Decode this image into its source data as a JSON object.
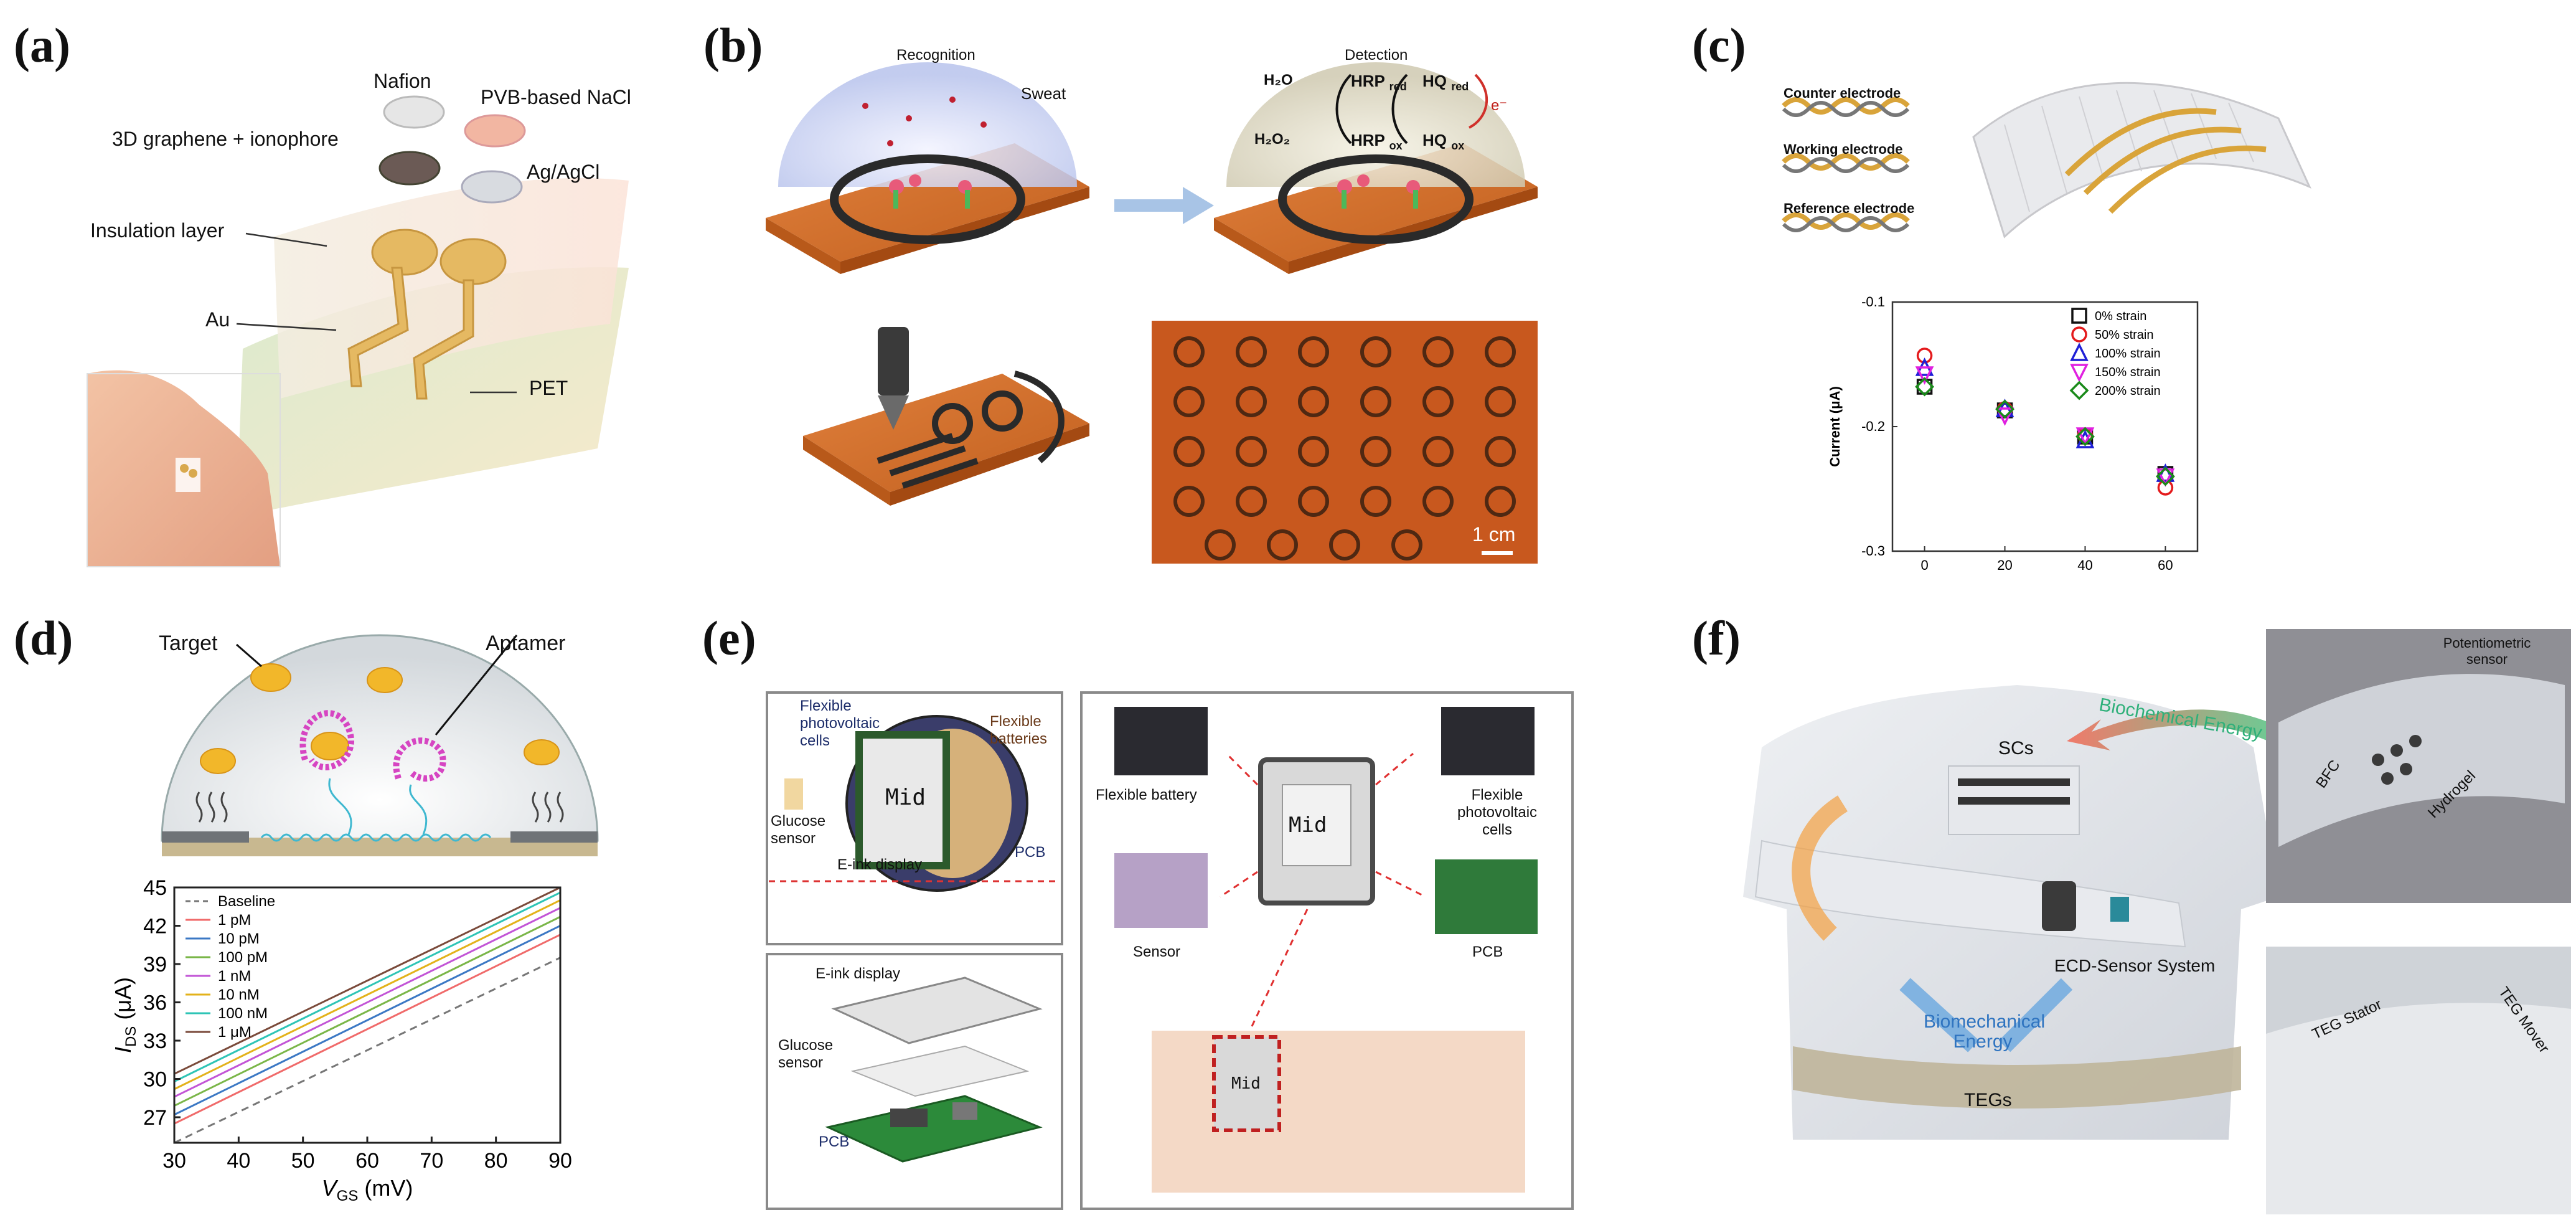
{
  "panels": {
    "a": {
      "label": "(a)",
      "layers": [
        "Nafion",
        "PVB-based NaCl",
        "3D graphene  + ionophore",
        "Ag/AgCl",
        "Insulation layer",
        "Au",
        "PET"
      ]
    },
    "b": {
      "label": "(b)",
      "recognition": "Recognition",
      "sweat": "Sweat",
      "detection": "Detection",
      "h2o": "H₂O",
      "h2o2": "H₂O₂",
      "hrp_red": "HRP",
      "hrp_red_sub": "red",
      "hrp_ox": "HRP",
      "hrp_ox_sub": "ox",
      "hq_red": "HQ",
      "hq_red_sub": "red",
      "hq_ox": "HQ",
      "hq_ox_sub": "ox",
      "electron": "e⁻",
      "scale": "1 cm"
    },
    "c": {
      "label": "(c)",
      "electrodes": [
        "Counter electrode",
        "Working electrode",
        "Reference electrode"
      ]
    },
    "d": {
      "label": "(d)",
      "target": "Target",
      "aptamer": "Aptamer"
    },
    "e": {
      "label": "(e)",
      "left_top": [
        "Flexible photovoltaic cells",
        "Flexible batteries",
        "Glucose sensor",
        "PCB",
        "E-ink display"
      ],
      "device_text": "Mid",
      "left_bottom": [
        "E-ink display",
        "Glucose sensor",
        "PCB"
      ],
      "right": [
        "Flexible battery",
        "Flexible photovoltaic cells",
        "Sensor",
        "PCB"
      ]
    },
    "f": {
      "label": "(f)",
      "scs": "SCs",
      "biochemical": "Biochemical Energy",
      "ecd": "ECD-Sensor System",
      "biomechanical": "Biomechanical Energy",
      "tegs": "TEGs",
      "potentiometric": "Potentiometric sensor",
      "bfc": "BFC",
      "hydrogel": "Hydrogel",
      "teg_stator": "TEG Stator",
      "teg_mover": "TEG Mover"
    }
  },
  "chart_data": [
    {
      "type": "scatter",
      "panel": "c",
      "xlabel": "",
      "ylabel": "Current (μA)",
      "xlim": [
        -8,
        68
      ],
      "ylim": [
        -0.3,
        -0.1
      ],
      "xticks": [
        0,
        20,
        40,
        60
      ],
      "yticks": [
        -0.1,
        -0.2,
        -0.3
      ],
      "legend_position": "top-right",
      "series": [
        {
          "name": "0% strain",
          "marker": "square",
          "color": "#111111",
          "x": [
            0,
            20,
            40,
            60
          ],
          "y": [
            -0.168,
            -0.187,
            -0.208,
            -0.238
          ]
        },
        {
          "name": "50% strain",
          "marker": "circle",
          "color": "#e41a1c",
          "x": [
            0,
            20,
            40,
            60
          ],
          "y": [
            -0.143,
            -0.186,
            -0.207,
            -0.249
          ]
        },
        {
          "name": "100% strain",
          "marker": "triangle-up",
          "color": "#1f1fd6",
          "x": [
            0,
            20,
            40,
            60
          ],
          "y": [
            -0.153,
            -0.186,
            -0.211,
            -0.238
          ]
        },
        {
          "name": "150% strain",
          "marker": "triangle-down",
          "color": "#e020e0",
          "x": [
            0,
            20,
            40,
            60
          ],
          "y": [
            -0.158,
            -0.191,
            -0.207,
            -0.24
          ]
        },
        {
          "name": "200% strain",
          "marker": "diamond",
          "color": "#1a8a1a",
          "x": [
            0,
            20,
            40,
            60
          ],
          "y": [
            -0.168,
            -0.186,
            -0.208,
            -0.24
          ]
        }
      ]
    },
    {
      "type": "line",
      "panel": "d",
      "xlabel": "V",
      "xlabel_sub": "GS",
      "xlabel_unit": " (mV)",
      "ylabel": "I",
      "ylabel_sub": "DS",
      "ylabel_unit": " (μA)",
      "xlim": [
        30,
        90
      ],
      "ylim": [
        25,
        45
      ],
      "xticks": [
        30,
        40,
        50,
        60,
        70,
        80,
        90
      ],
      "yticks": [
        27,
        30,
        33,
        36,
        39,
        42,
        45
      ],
      "legend_position": "top-left",
      "series": [
        {
          "name": "Baseline",
          "color": "#777777",
          "dashed": true,
          "x": [
            30,
            90
          ],
          "y": [
            25.0,
            39.5
          ]
        },
        {
          "name": "1 pM",
          "color": "#f06a6a",
          "x": [
            30,
            90
          ],
          "y": [
            26.5,
            41.3
          ]
        },
        {
          "name": "10 pM",
          "color": "#3b78c4",
          "x": [
            30,
            90
          ],
          "y": [
            27.2,
            42.0
          ]
        },
        {
          "name": "100 pM",
          "color": "#7ab648",
          "x": [
            30,
            90
          ],
          "y": [
            27.9,
            42.7
          ]
        },
        {
          "name": "1 nM",
          "color": "#c254d6",
          "x": [
            30,
            90
          ],
          "y": [
            28.6,
            43.4
          ]
        },
        {
          "name": "10 nM",
          "color": "#e3b21a",
          "x": [
            30,
            90
          ],
          "y": [
            29.2,
            44.0
          ]
        },
        {
          "name": "100 nM",
          "color": "#2ec4b6",
          "x": [
            30,
            90
          ],
          "y": [
            29.8,
            44.6
          ]
        },
        {
          "name": "1 μM",
          "color": "#7a4a3a",
          "x": [
            30,
            90
          ],
          "y": [
            30.4,
            45.0
          ]
        }
      ]
    }
  ]
}
